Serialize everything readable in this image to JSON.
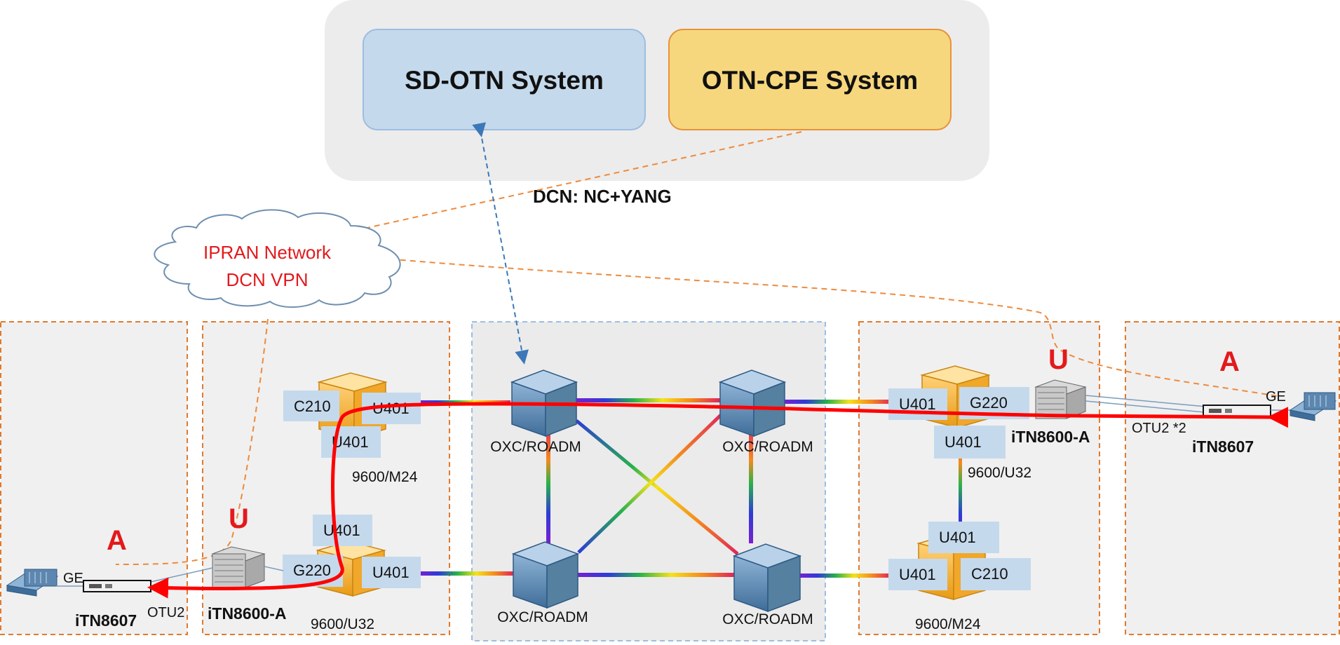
{
  "systems": {
    "sd_otn": "SD-OTN System",
    "otn_cpe": "OTN-CPE System",
    "dcn_label": "DCN: NC+YANG"
  },
  "cloud": {
    "line1": "IPRAN Network",
    "line2": "DCN VPN"
  },
  "core": {
    "roadm_tl": "OXC/ROADM",
    "roadm_tr": "OXC/ROADM",
    "roadm_bl": "OXC/ROADM",
    "roadm_br": "OXC/ROADM"
  },
  "left_site": {
    "top_c210": "C210",
    "top_u401_right": "U401",
    "top_u401_below": "U401",
    "top_model": "9600/M24",
    "bot_u401_top": "U401",
    "bot_u401_right": "U401",
    "bot_g220": "G220",
    "bot_model": "9600/U32",
    "access_node": "iTN8600-A",
    "u_marker": "U"
  },
  "far_left_site": {
    "a_marker": "A",
    "ge": "GE",
    "otu2": "OTU2",
    "cpe": "iTN8607"
  },
  "right_site": {
    "top_u401_left": "U401",
    "top_g220": "G220",
    "top_u401_below": "U401",
    "top_model": "9600/U32",
    "access_node": "iTN8600-A",
    "bot_u401_top": "U401",
    "bot_u401_left": "U401",
    "bot_c210": "C210",
    "bot_model": "9600/M24",
    "u_marker": "U"
  },
  "far_right_site": {
    "a_marker": "A",
    "ge": "GE",
    "otu2": "OTU2 *2",
    "cpe": "iTN8607"
  },
  "colors": {
    "sd_otn_fill": "#c5d9ec",
    "otn_cpe_fill": "#f7d77e",
    "marker_red": "#e3191c",
    "service_path": "#ff0000",
    "dashed_orange": "#ee8a3c",
    "dashed_blue": "#3c78b8"
  }
}
